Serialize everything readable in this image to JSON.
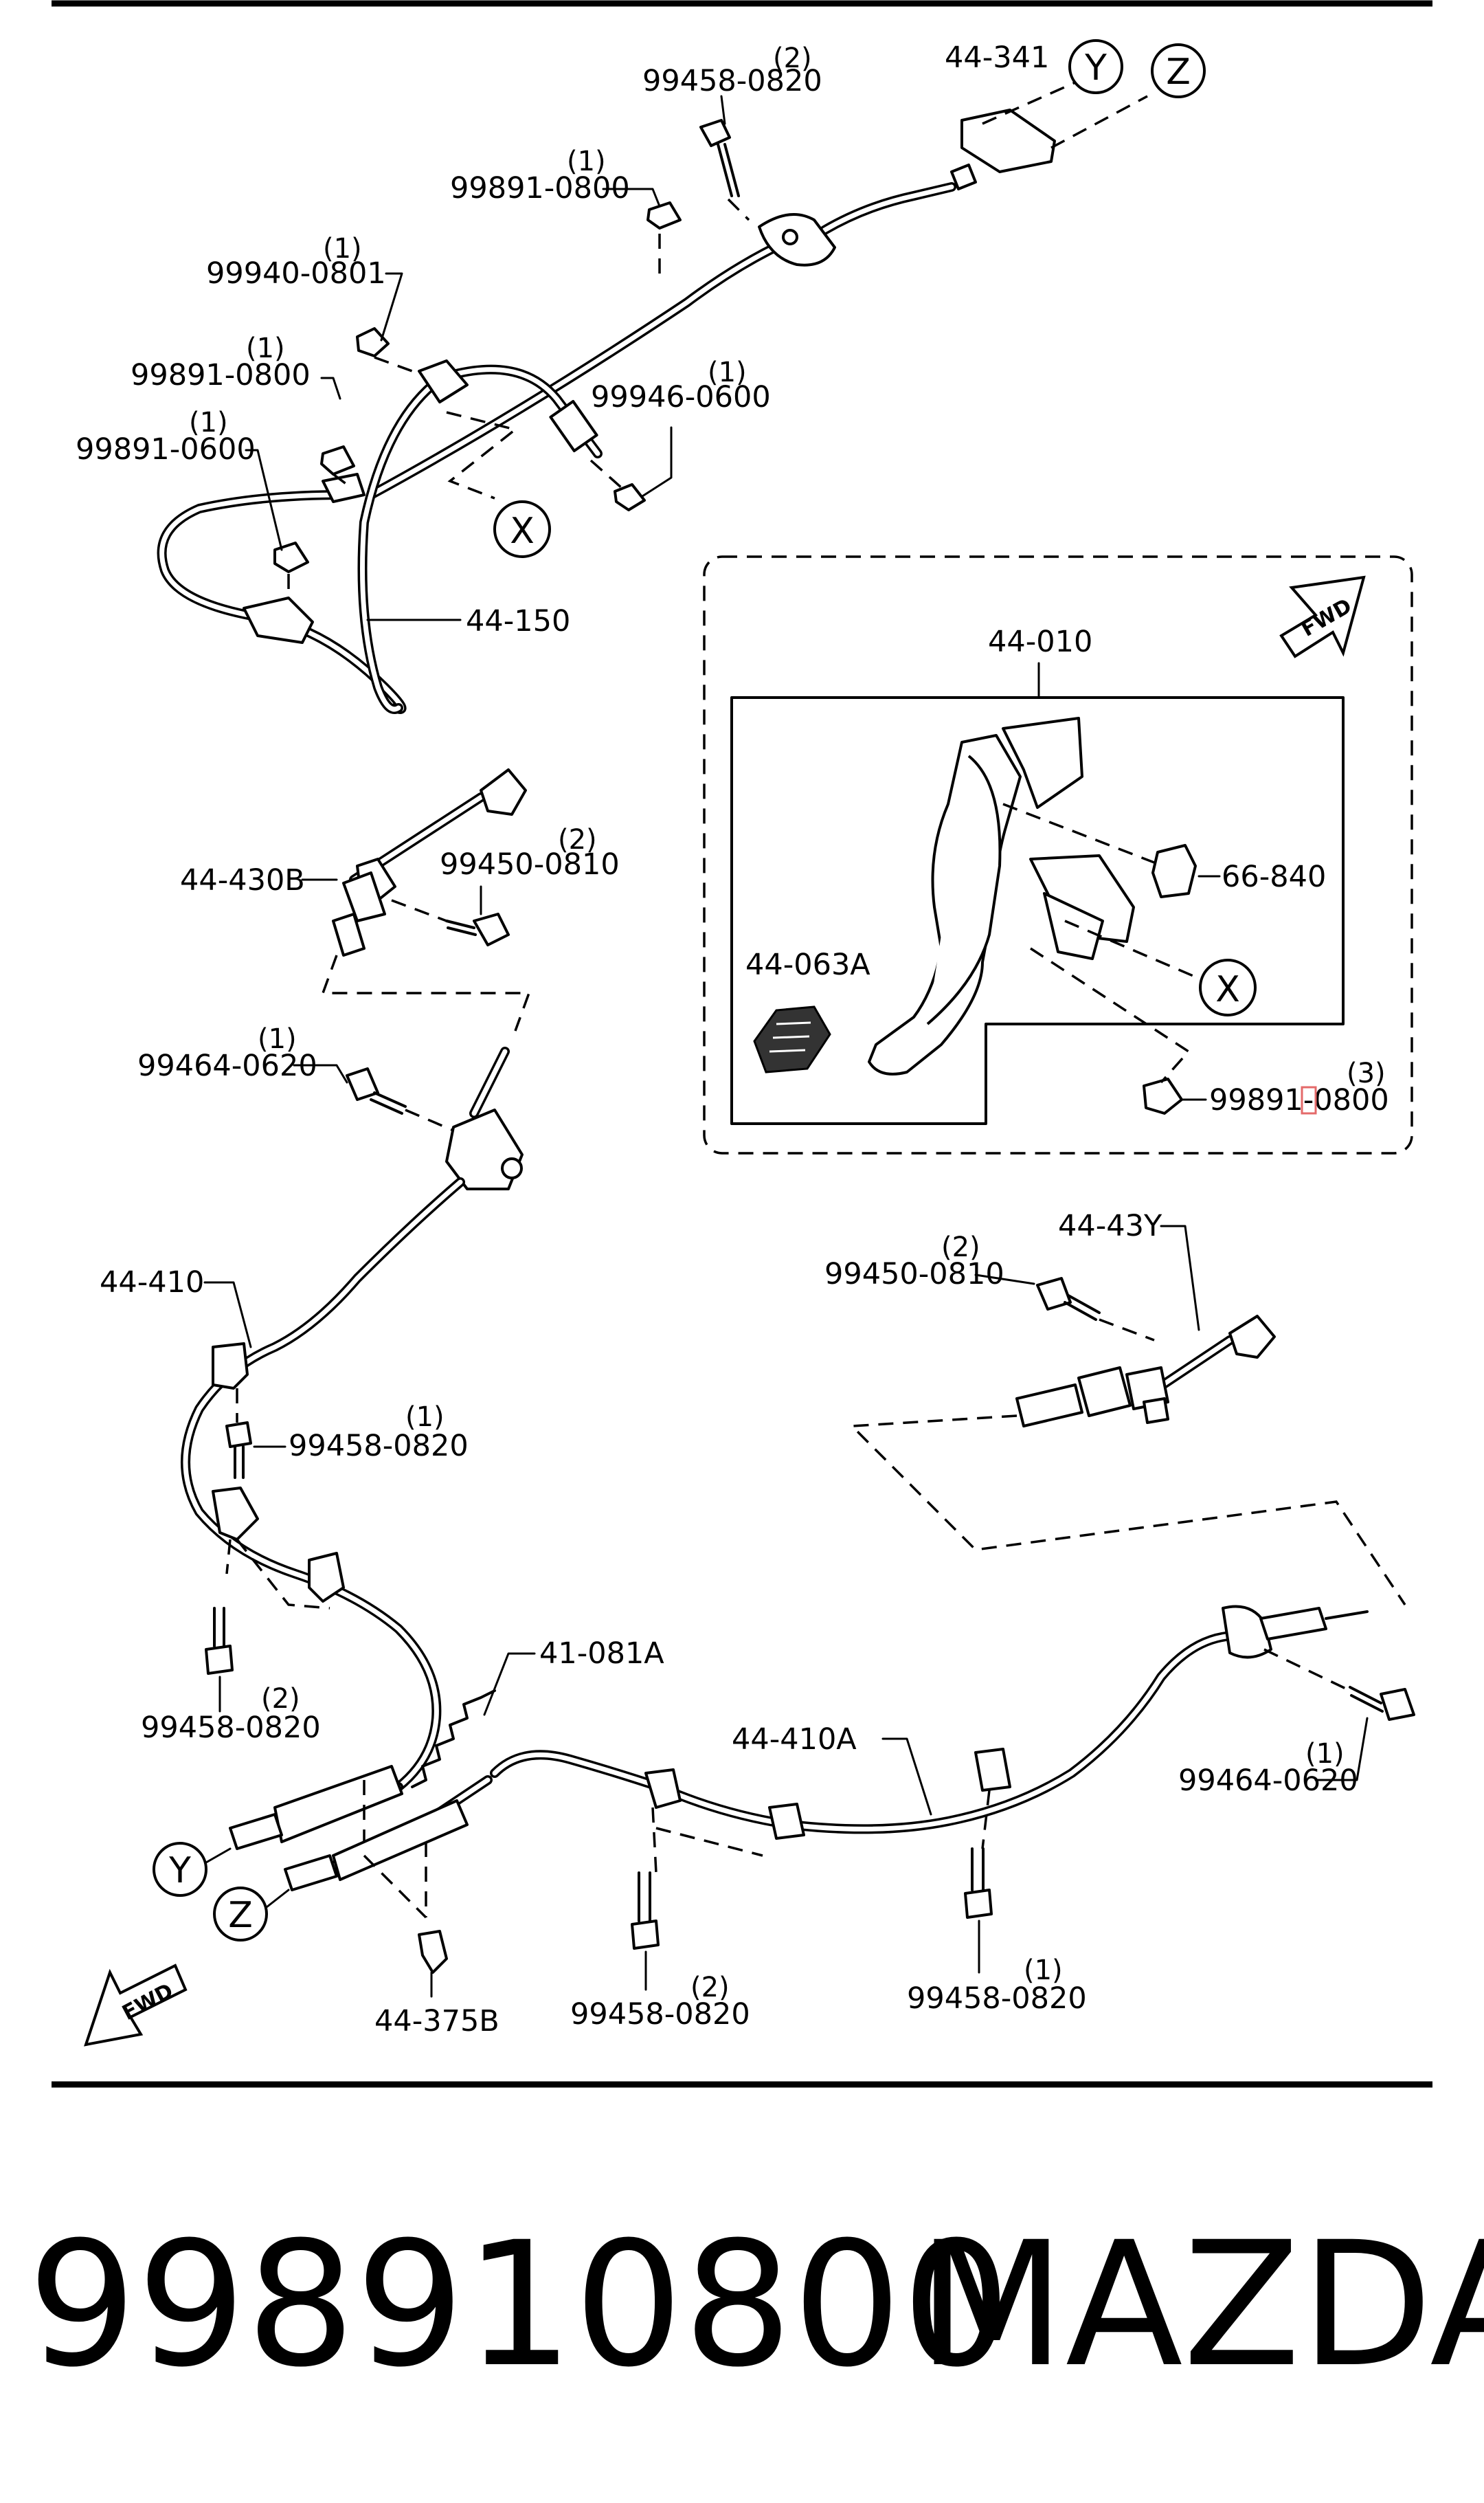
{
  "diagram": {
    "footer": {
      "part_number": "998910800",
      "brand": "MAZDA"
    },
    "callouts": {
      "x": "X",
      "y": "Y",
      "z": "Z"
    },
    "fwd_marker": "FWD",
    "parts": {
      "p_44341": "44-341",
      "p_99458_top": "99458-0820",
      "q_99458_top": "(2)",
      "p_99891_0800_a": "99891-0800",
      "q_99891_0800_a": "(1)",
      "p_99940": "99940-0801",
      "q_99940": "(1)",
      "p_99891_0800_b": "99891-0800",
      "q_99891_0800_b": "(1)",
      "p_99946": "99946-0600",
      "q_99946": "(1)",
      "p_99891_0600": "99891-0600",
      "q_99891_0600": "(1)",
      "p_44150": "44-150",
      "p_44010": "44-010",
      "p_66840": "66-840",
      "p_44063A": "44-063A",
      "p_99891_inset": "99891-0800",
      "q_99891_inset": "(3)",
      "p_44430B": "44-430B",
      "p_99450_a": "99450-0810",
      "q_99450_a": "(2)",
      "p_99464_a": "99464-0620",
      "q_99464_a": "(1)",
      "p_44410": "44-410",
      "p_99458_b": "99458-0820",
      "q_99458_b": "(1)",
      "p_99458_c": "99458-0820",
      "q_99458_c": "(2)",
      "p_44_43Y": "44-43Y",
      "p_99450_b": "99450-0810",
      "q_99450_b": "(2)",
      "p_41081A": "41-081A",
      "p_44410A": "44-410A",
      "p_99464_b": "99464-0620",
      "q_99464_b": "(1)",
      "p_44375B": "44-375B",
      "p_99458_d": "99458-0820",
      "q_99458_d": "(2)",
      "p_99458_e": "99458-0820",
      "q_99458_e": "(1)"
    }
  }
}
